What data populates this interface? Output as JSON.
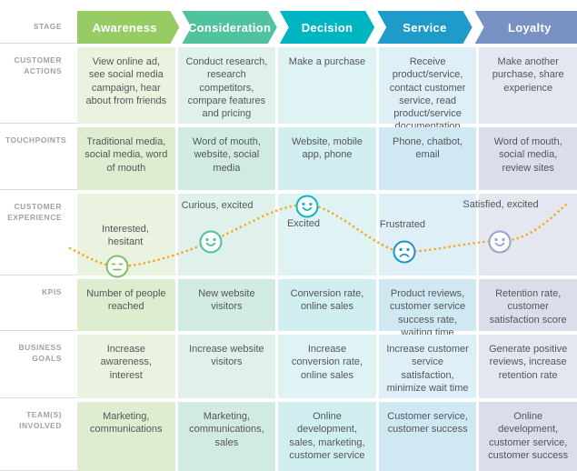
{
  "curve_color": "#F6A723",
  "row_labels": [
    "STAGE",
    "CUSTOMER ACTIONS",
    "TOUCHPOINTS",
    "CUSTOMER EXPERIENCE",
    "KPIS",
    "BUSINESS GOALS",
    "TEAM(S) INVOLVED"
  ],
  "stages": [
    {
      "name": "Awareness",
      "color": "#97CB64",
      "face_color": "#79C363",
      "tint_light": "#EAF3E0",
      "tint_dark": "#DEEDCF",
      "customer_actions": "View online ad, see social media campaign, hear about from friends",
      "touchpoints": "Traditional media, social media, word of mouth",
      "experience_label": "Interested, hesitant",
      "experience_mood": "neutral",
      "kpis": "Number of people reached",
      "business_goals": "Increase awareness, interest",
      "teams_involved": "Marketing, communications"
    },
    {
      "name": "Consideration",
      "color": "#50C29E",
      "face_color": "#4EC29E",
      "tint_light": "#E0F1EB",
      "tint_dark": "#D2EBE2",
      "customer_actions": "Conduct research, research competitors, compare features and pricing",
      "touchpoints": "Word of mouth, website, social media",
      "experience_label": "Curious, excited",
      "experience_mood": "happy",
      "kpis": "New website visitors",
      "business_goals": "Increase website visitors",
      "teams_involved": "Marketing, communications, sales"
    },
    {
      "name": "Decision",
      "color": "#00B5C2",
      "face_color": "#0FB6C4",
      "tint_light": "#DFF3F5",
      "tint_dark": "#D1EEF1",
      "customer_actions": "Make a purchase",
      "touchpoints": "Website, mobile app, phone",
      "experience_label": "Excited",
      "experience_mood": "happy",
      "kpis": "Conversion rate, online sales",
      "business_goals": "Increase conversion rate, online sales",
      "teams_involved": "Online development, sales, marketing, customer service"
    },
    {
      "name": "Service",
      "color": "#1E9BC9",
      "face_color": "#1C96C8",
      "tint_light": "#DEEFF7",
      "tint_dark": "#D0E8F2",
      "customer_actions": "Receive product/service, contact customer service, read product/service documentation",
      "touchpoints": "Phone, chatbot, email",
      "experience_label": "Frustrated",
      "experience_mood": "sad",
      "kpis": "Product reviews, customer service success rate, waiting time",
      "business_goals": "Increase customer service satisfaction, minimize wait time",
      "teams_involved": "Customer service, customer success"
    },
    {
      "name": "Loyalty",
      "color": "#7892C3",
      "face_color": "#94A3CE",
      "tint_light": "#E4E7F0",
      "tint_dark": "#D9DEEA",
      "customer_actions": "Make another purchase, share experience",
      "touchpoints": "Word of mouth, social media, review sites",
      "experience_label": "Satisfied, excited",
      "experience_mood": "happy",
      "kpis": "Retention rate, customer satisfaction score",
      "business_goals": "Generate positive reviews, increase retention rate",
      "teams_involved": "Online development, customer service, customer success"
    }
  ]
}
